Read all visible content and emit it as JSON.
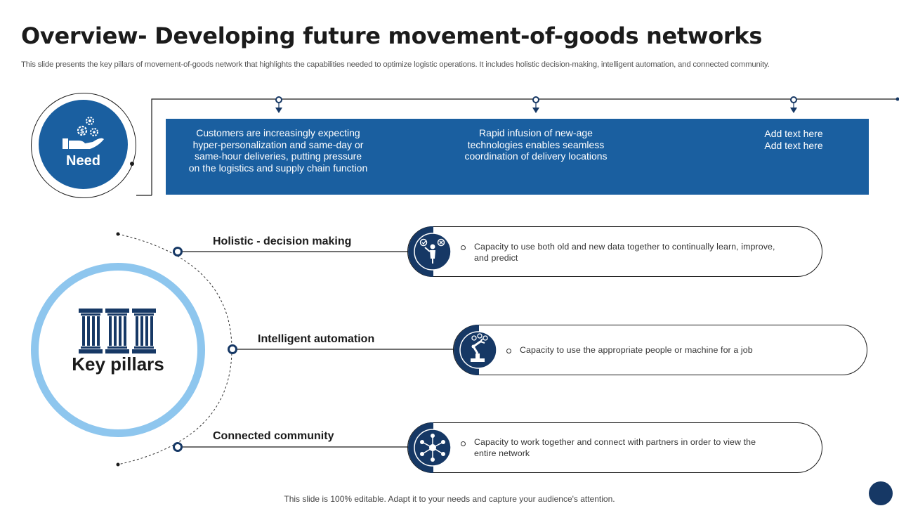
{
  "header": {
    "title": "Overview- Developing future movement-of-goods networks",
    "subtitle": "This slide presents the key pillars of movement-of-goods network that highlights the capabilities needed to optimize logistic operations. It includes holistic decision-making, intelligent automation, and connected community."
  },
  "need": {
    "label": "Need",
    "icon": "hand-with-gears-icon",
    "items": [
      {
        "lines": [
          "Customers are increasingly expecting",
          "hyper-personalization and same-day or",
          "same-hour deliveries, putting pressure",
          "on the logistics and supply chain function"
        ]
      },
      {
        "lines": [
          "Rapid infusion of new-age",
          "technologies enables seamless",
          "coordination of delivery locations"
        ]
      },
      {
        "lines": [
          "Add text here",
          "Add text here"
        ]
      }
    ]
  },
  "pillars": {
    "label": "Key pillars",
    "icon": "pillars-icon",
    "items": [
      {
        "title": "Holistic - decision making",
        "icon": "decision-person-icon",
        "lines": [
          "Capacity to use both old and new data together to continually learn, improve,",
          "and predict"
        ]
      },
      {
        "title": "Intelligent automation",
        "icon": "robot-arm-icon",
        "lines": [
          "Capacity to use the appropriate  people or machine for a job"
        ]
      },
      {
        "title": "Connected community",
        "icon": "network-icon",
        "lines": [
          "Capacity to work together and connect with partners in order to view the",
          "entire network"
        ]
      }
    ]
  },
  "footer": {
    "text": "This slide is 100% editable. Adapt it to your needs and capture your audience's attention."
  },
  "colors": {
    "primary_blue": "#1a5fa0",
    "navy": "#163865",
    "light_blue": "#8ec6ee"
  }
}
